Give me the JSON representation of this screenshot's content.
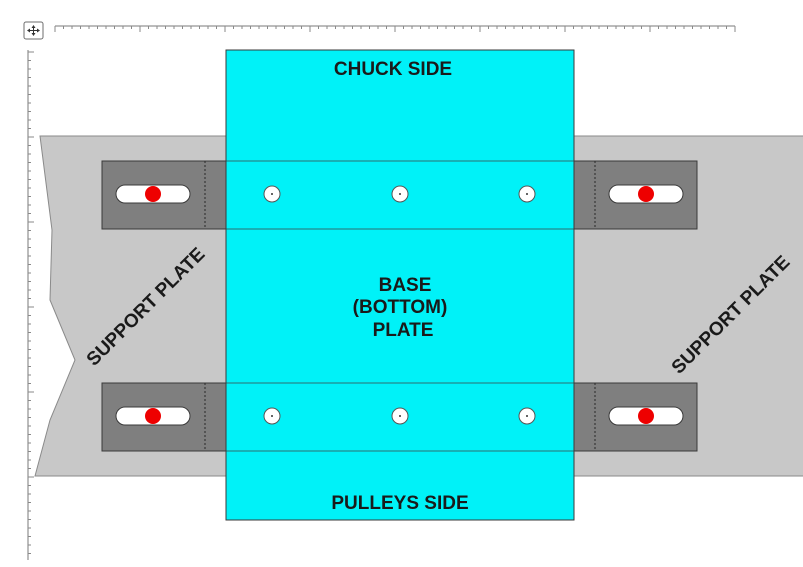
{
  "labels": {
    "chuck_side": "CHUCK SIDE",
    "pulleys_side": "PULLEYS SIDE",
    "base_line1": "BASE",
    "base_line2": "(BOTTOM)",
    "base_line3": "PLATE",
    "support_left": "SUPPORT PLATE",
    "support_right": "SUPPORT PLATE"
  },
  "colors": {
    "support_plate": "#c8c8c8",
    "clamp_block": "#7f7f7f",
    "base_plate": "#00f2f8",
    "bolt_marker": "#ee0000",
    "slot": "#ffffff",
    "outline": "#3a3a3a",
    "ruler": "#7a7a7a"
  },
  "icons": {
    "table_move_handle": "move-handle-icon"
  }
}
